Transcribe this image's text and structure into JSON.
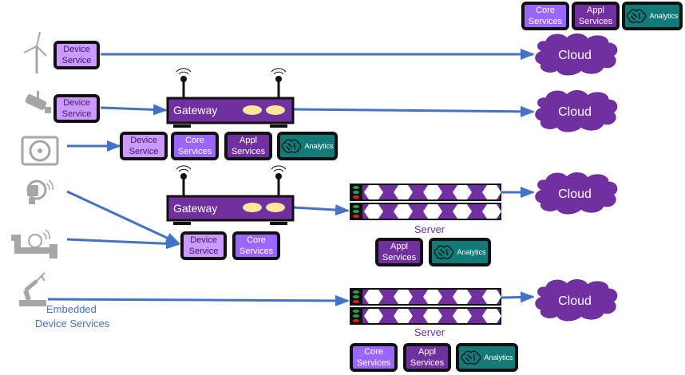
{
  "labels": {
    "device_service": [
      "Device",
      "Service"
    ],
    "core_services": [
      "Core",
      "Services"
    ],
    "appl_services": [
      "Appl",
      "Services"
    ],
    "analytics": "Analytics",
    "gateway": "Gateway",
    "server": "Server",
    "cloud": "Cloud",
    "embedded": [
      "Embedded",
      "Device Services"
    ]
  },
  "colors": {
    "arrow": "#4472c4",
    "device_service": "#cc99ff",
    "core_services": "#9966ff",
    "appl_services": "#7030a0",
    "analytics": "#137a78",
    "gateway": "#7030a0",
    "cloud": "#7030a0",
    "device_icon": "#a6a6a6",
    "server_text": "#7030a0",
    "embedded_text": "#4472c4"
  },
  "devices": [
    {
      "icon": "wind-turbine-icon"
    },
    {
      "icon": "security-camera-icon"
    },
    {
      "icon": "fan-unit-icon"
    },
    {
      "icon": "smart-bulb-icon"
    },
    {
      "icon": "pipe-meter-icon"
    },
    {
      "icon": "robot-arm-icon"
    }
  ]
}
